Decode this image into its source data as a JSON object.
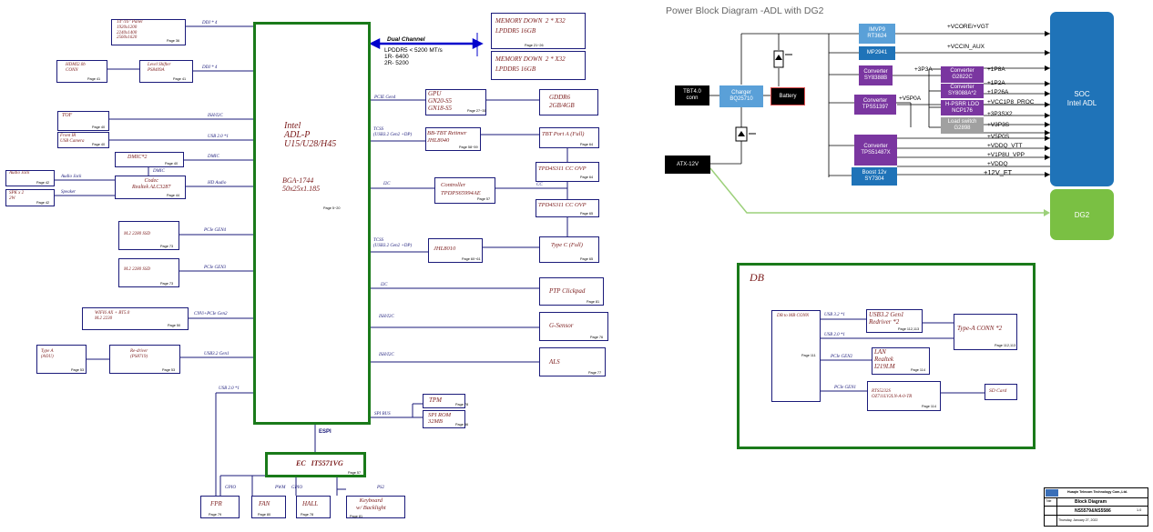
{
  "left_diagram": {
    "cpu": {
      "name": "Intel\nADL-P\nU15/U28/H45",
      "pkg": "BGA-1744\n50x25x1.185",
      "page": "Page 5~20"
    },
    "ec": {
      "name": "EC   IT5571VG",
      "page": "Page 57",
      "bus": "ESPI"
    },
    "dual_channel": "Dual Channel",
    "ddr_info": "LPDDR5 < 5200 MT/s\n1R- 6400\n2R- 5200",
    "memory1": {
      "name": "MEMORY DOWN  2 * X32\nLPDDR5 16GB",
      "page": "Page 21~26"
    },
    "memory2": {
      "name": "MEMORY DOWN  2 * X32\nLPDDR5 16GB",
      "page": ""
    },
    "panel": {
      "name": "14\"/16\" Panel\n1920x1200\n2240x1400\n2560x1620",
      "page": "Page 36",
      "bus": "DDI * 4"
    },
    "hdmi": {
      "name": "HDMI2.0b\nCONN",
      "page": "Page 41"
    },
    "level_shifter": {
      "name": "Level Shifter\nPS8409A",
      "page": "Page 41",
      "bus": "DDI * 4"
    },
    "tof": {
      "name": "TOF",
      "page": "Page 40",
      "bus": "ISH/I2C"
    },
    "front_ir": {
      "name": "Front IR\nUSB Camera",
      "page": "Page 40",
      "bus": "USB 2.0 *1"
    },
    "dmic": {
      "name": "DMIC*2",
      "page": "Page 40",
      "bus": "DMIC",
      "sub": "DMIC"
    },
    "audio_jack": {
      "name": "Audio Jack",
      "page": "Page 42",
      "bus": "Audio Jack"
    },
    "spk": {
      "name": "SPK x 2\n2W",
      "page": "Page 42",
      "bus": "Speaker"
    },
    "codec": {
      "name": "Codec\nRealtek ALC3287",
      "page": "Page 44",
      "bus": "HD Audio"
    },
    "ssd1": {
      "name": "M.2 2280 SSD",
      "page": "Page 73",
      "bus": "PCIe GEN4"
    },
    "ssd2": {
      "name": "M.2 2280 SSD",
      "page": "Page 73",
      "bus": "PCIe GEN3"
    },
    "wifi": {
      "name": "WIFI6 AX + BT5.0\nM.2 2230",
      "page": "Page 50",
      "bus": "CNVi+PCIe Gen2"
    },
    "typea": {
      "name": "Type A\n(AOU)",
      "page": "Page 53"
    },
    "redriver": {
      "name": "Re-driver\n(PS8719)",
      "page": "Page 53",
      "bus": "USB3.2 Gen1"
    },
    "usb_down": "USB 2.0 *1",
    "gpu": {
      "name": "GPU\nGN20-S5\nGN18-S5",
      "page": "Page 27~35",
      "bus": "PCIE Gen4"
    },
    "gddr": {
      "name": "GDDR6\n2GB/4GB"
    },
    "bb_tbt": {
      "name": "BB-TBT Retimer\nJHL8040",
      "page": "Page 58~59",
      "bus": "TCSS\n(USB3.2 Gen2 +DP)"
    },
    "tbt_port": {
      "name": "TBT Port A (Full)",
      "page": "Page 64"
    },
    "tpd1": {
      "name": "TPD4S311 CC OVP",
      "page": "Page 64"
    },
    "controller": {
      "name": "Controller\nTPDPS65994AE",
      "page": "Page 57",
      "bus": "I2C",
      "cc": "CC"
    },
    "tpd2": {
      "name": "TPD4S311 CC OVP",
      "page": "Page 65"
    },
    "jhl8010": {
      "name": "JHL8010",
      "page": "Page 60~61",
      "bus": "TCSS\n(USB3.2 Gen2 +DP)"
    },
    "typec": {
      "name": "Type C (Full)",
      "page": "Page 65"
    },
    "ptp": {
      "name": "PTP Clickpad",
      "page": "Page 81",
      "bus": "I2C"
    },
    "gsensor": {
      "name": "G-Sensor",
      "page": "Page 76",
      "bus": "ISH/I2C"
    },
    "als": {
      "name": "ALS",
      "page": "Page 77",
      "bus": "ISH/I2C"
    },
    "tpm": {
      "name": "TPM",
      "page": "Page 78"
    },
    "spirom": {
      "name": "SPI ROM\n32MB",
      "page": "Page 56",
      "bus": "SPI BUS"
    },
    "fpr": {
      "name": "FPR",
      "page": "Page 79",
      "bus": "GPIO"
    },
    "fan": {
      "name": "FAN",
      "page": "Page 80",
      "bus": "PWM"
    },
    "hall": {
      "name": "HALL",
      "page": "Page 78",
      "bus": "GPIO"
    },
    "keyboard": {
      "name": "Keyboard\nw/ Backlight",
      "page": "Page 81",
      "bus": "PS2"
    }
  },
  "power": {
    "title": "Power Block Diagram -ADL with DG2",
    "tbt_conn": "TBT4.0\nconn",
    "charger": "Charger\nBQ25710",
    "battery": "Battery",
    "atx": "ATX-12V",
    "imvp": "IMVP9\nRT3624",
    "mp2941": "MP2941",
    "conv_sy8388": "Converter\nSY8388B",
    "conv_tps51397": "Converter\nTPS51397",
    "conv_tps51487": "Converter\nTPS51487X",
    "boost": "Boost 12v\nSY7304",
    "conv_g2822": "Converter\nG2822C",
    "conv_sy8088": "Converter\nSY8088A*2",
    "hpsrr": "H-PSRR LDO\nNCP176",
    "load_switch": "Load switch\nG2898",
    "rail_vcore": "+VCORE/+VGT",
    "rail_vccin": "+VCCIN_AUX",
    "rail_3p3a": "+3P3A",
    "rail_1p8a": "+1P8A",
    "rail_1p2a": "+1P2A",
    "rail_1p26a": "+1P26A",
    "rail_vcc1p8": "+VCC1P8_PROC",
    "rail_3p3sx2": "+3P3SX2",
    "rail_v3p3s": "+V3P3S",
    "rail_v5p0a": "+V5P0A",
    "rail_v5p0s": "+V5P0S",
    "rail_vddq_vtt": "+VDDQ_VTT",
    "rail_v1p8u": "+V1P8U_VPP",
    "rail_vddq": "+VDDQ",
    "rail_12v": "+12V_FT",
    "soc": "SOC\nIntel ADL",
    "dg2": "DG2"
  },
  "db": {
    "title": "DB",
    "conn": "DB to MB CONN",
    "conn_page": "Page 111",
    "usb32_bus": "USB 3.2 *1",
    "usb20_bus": "USB 2.0 *1",
    "pcie2_bus": "PCIe GEN2",
    "pcie1_bus": "PCIe GEN1",
    "redriver": "USB3.2 Gen1\nRedriver *2",
    "redriver_page": "Page 112,113",
    "typea": "Type-A CONN *2",
    "typea_page": "Page 112,113",
    "lan": "LAN\nRealtek\nI219LM",
    "lan_page": "Page 114",
    "rts": "RTS5232S\nOZ711LV2LN-A-0-TR",
    "rts_page": "Page 114",
    "sd": "SD Card"
  },
  "titleblock": {
    "company": "Huaqin Telecom Technology Com.,Ltd.",
    "title_label": "Title",
    "title": "Block Diagram",
    "project": "NS5579&NS5586",
    "date": "Thursday, January 27, 2022",
    "rev": "1.0"
  },
  "colors": {
    "line": "#1a1a7a",
    "red_text": "#7a1a1a",
    "green_border": "#1a7a1a",
    "blue_box": "#1f73b8",
    "purple_box": "#7a36a0",
    "light_blue": "#5aa0d8",
    "green_box": "#7ac043"
  }
}
